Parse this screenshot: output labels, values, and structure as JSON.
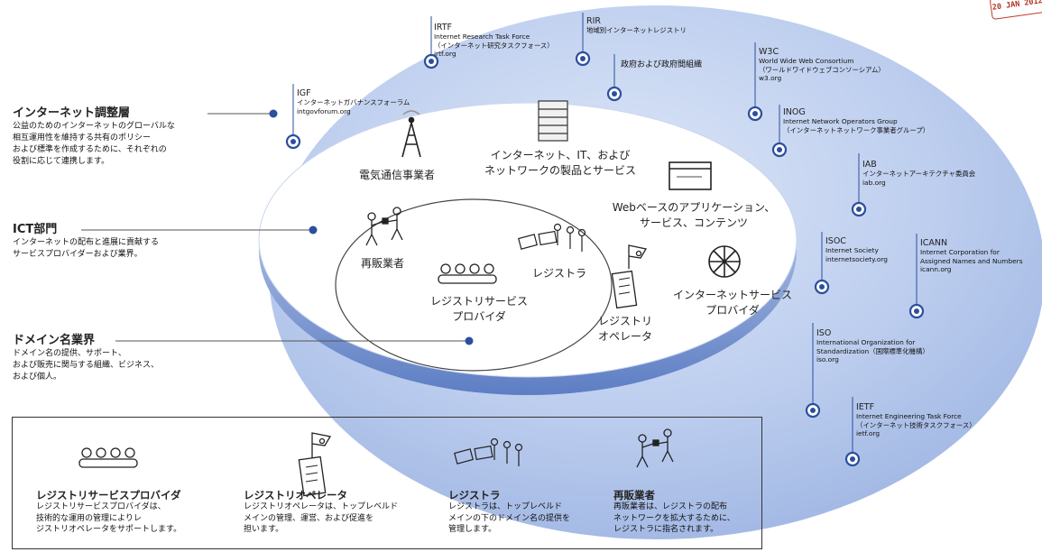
{
  "stamp": "20 JAN 2012",
  "layers": [
    {
      "title": "インターネット調整層",
      "desc": [
        "公益のためのインターネットのグローバルな",
        "相互運用性を維持する共有のポリシー",
        "および標準を作成するために、それぞれの",
        "役割に応じて連携します。"
      ]
    },
    {
      "title": "ICT部門",
      "desc": [
        "インターネットの配布と進展に貢献する",
        "サービスプロバイダーおよび業界。"
      ]
    },
    {
      "title": "ドメイン名業界",
      "desc": [
        "ドメイン名の提供、サポート、",
        "および販売に関与する組織、ビジネス、",
        "および個人。"
      ]
    }
  ],
  "orgs": [
    {
      "name": "IRTF",
      "lines": [
        "Internet Research Task Force",
        "（インターネット研究タスクフォース）",
        "irtf.org"
      ]
    },
    {
      "name": "RIR",
      "lines": [
        "地域別インターネットレジストリ"
      ]
    },
    {
      "name": "",
      "lines": [
        "政府および政府間組織"
      ]
    },
    {
      "name": "W3C",
      "lines": [
        "World Wide Web Consortium",
        "（ワールドワイドウェブコンソーシアム）",
        "w3.org"
      ]
    },
    {
      "name": "IGF",
      "lines": [
        "インターネットガバナンスフォーラム",
        "intgovforum.org"
      ]
    },
    {
      "name": "INOG",
      "lines": [
        "Internet Network Operators Group",
        "（インターネットネットワーク事業者グループ）"
      ]
    },
    {
      "name": "IAB",
      "lines": [
        "インターネットアーキテクチャ委員会",
        "iab.org"
      ]
    },
    {
      "name": "ISOC",
      "lines": [
        "Internet Society",
        "internetsociety.org"
      ]
    },
    {
      "name": "ICANN",
      "lines": [
        "Internet Corporation for",
        "Assigned Names and Numbers",
        "icann.org"
      ]
    },
    {
      "name": "ISO",
      "lines": [
        "International Organization for",
        "Standardization（国際標準化機構）",
        "iso.org"
      ]
    },
    {
      "name": "IETF",
      "lines": [
        "Internet Engineering Task Force",
        "（インターネット技術タスクフォース）",
        "ietf.org"
      ]
    }
  ],
  "ict": {
    "telecom": "電気通信事業者",
    "products": [
      "インターネット、IT、および",
      "ネットワークの製品とサービス"
    ],
    "web": [
      "Webベースのアプリケーション、",
      "サービス、コンテンツ"
    ],
    "isp": [
      "インターネットサービス",
      "プロバイダ"
    ]
  },
  "domain": {
    "reseller": "再販業者",
    "rsp": [
      "レジストリサービス",
      "プロバイダ"
    ],
    "registrar": "レジストラ",
    "operator": [
      "レジストリ",
      "オペレータ"
    ]
  },
  "legend": [
    {
      "title": "レジストリサービスプロバイダ",
      "desc": [
        "レジストリサービスプロバイダは、",
        "技術的な運用の管理によりレ",
        "ジストリオペレータをサポートします。"
      ]
    },
    {
      "title": "レジストリオペレータ",
      "desc": [
        "レジストリオペレータは、トップレベルド",
        "メインの管理、運営、および促進を",
        "担います。"
      ]
    },
    {
      "title": "レジストラ",
      "desc": [
        "レジストラは、トップレベルド",
        "メインの下のドメイン名の提供を",
        "管理します。"
      ]
    },
    {
      "title": "再販業者",
      "desc": [
        "再販業者は、レジストラの配布",
        "ネットワークを拡大するために、",
        "レジストラに指名されます。"
      ]
    }
  ],
  "colors": {
    "outer": "#c3d3ef",
    "outerEdge": "#8fa8dc",
    "middle": "#e6edf8",
    "pin": "#2b4f9e",
    "dot": "#2b4f9e"
  }
}
